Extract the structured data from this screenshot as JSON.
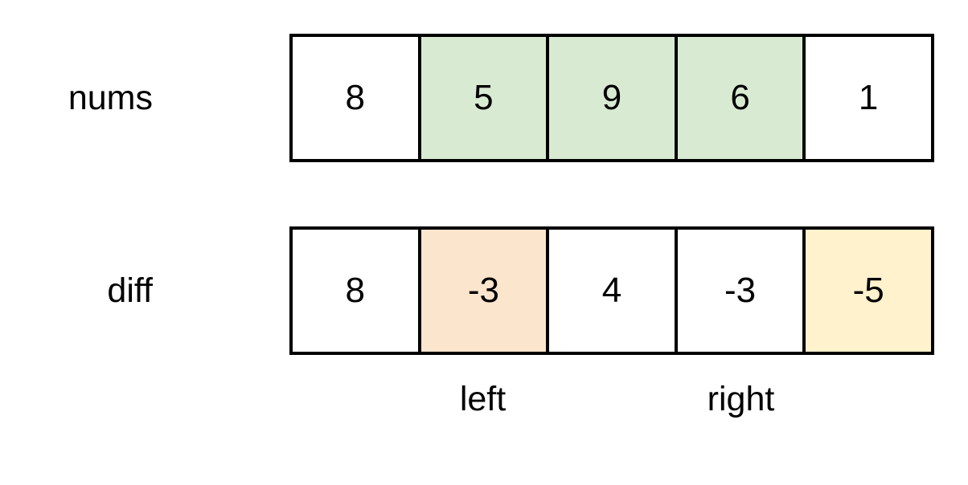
{
  "rows": [
    {
      "label": "nums",
      "cells": [
        {
          "value": "8",
          "highlight": "none"
        },
        {
          "value": "5",
          "highlight": "green"
        },
        {
          "value": "9",
          "highlight": "green"
        },
        {
          "value": "6",
          "highlight": "green"
        },
        {
          "value": "1",
          "highlight": "none"
        }
      ]
    },
    {
      "label": "diff",
      "cells": [
        {
          "value": "8",
          "highlight": "none"
        },
        {
          "value": "-3",
          "highlight": "orange"
        },
        {
          "value": "4",
          "highlight": "none"
        },
        {
          "value": "-3",
          "highlight": "none"
        },
        {
          "value": "-5",
          "highlight": "yellow"
        }
      ]
    }
  ],
  "pointers": [
    {
      "label": "left",
      "cell_index": 1
    },
    {
      "label": "right",
      "cell_index": 3
    }
  ],
  "colors": {
    "green": "#D9EAD3",
    "orange": "#FCE5CD",
    "yellow": "#FFF2CC",
    "border": "#000000",
    "background": "#FFFFFF",
    "text": "#000000"
  }
}
